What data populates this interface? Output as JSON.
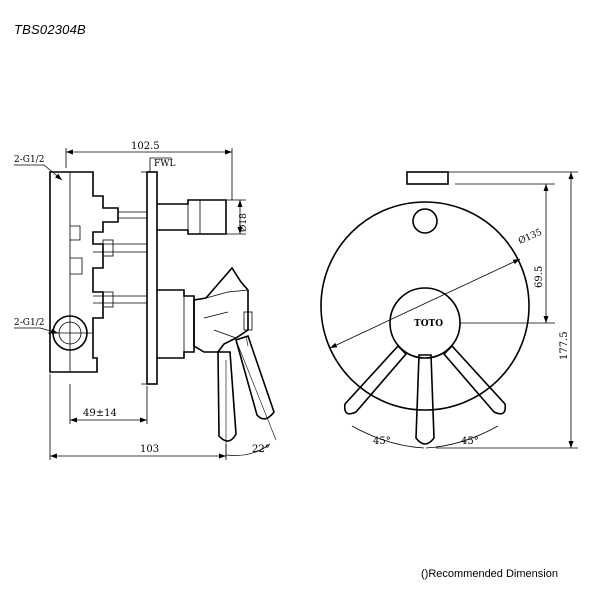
{
  "header": {
    "model_code": "TBS02304B"
  },
  "side_view": {
    "thread_top": "2-G1/2",
    "thread_side": "2-G1/2",
    "width_top": "102.5",
    "fwl": "FWL",
    "spout_dia": "Ø18",
    "depth": "49±14",
    "width_bottom": "103",
    "handle_angle": "22°"
  },
  "front_view": {
    "plate_dia": "Ø135",
    "center_height": "69.5",
    "total_height": "177.5",
    "angle_left": "45°",
    "angle_right": "45°",
    "brand": "TOTO"
  },
  "footer": {
    "note": "()Recommended Dimension"
  }
}
